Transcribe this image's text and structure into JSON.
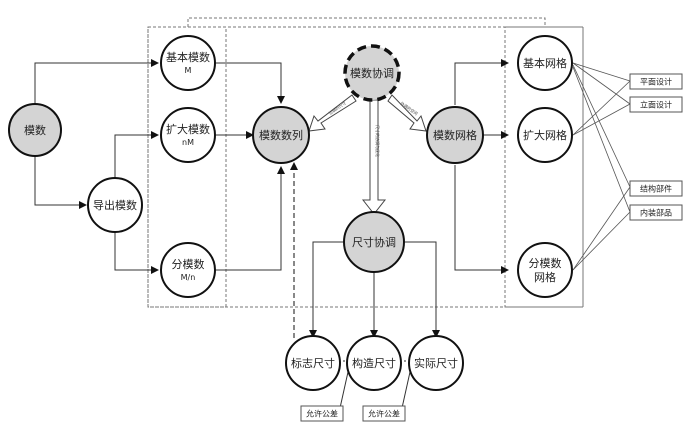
{
  "diagram": {
    "nodes": {
      "modulus": {
        "label": "模数"
      },
      "derived_modulus": {
        "label": "导出模数"
      },
      "basic_modulus": {
        "label": "基本模数",
        "sub": "M"
      },
      "multi_modulus": {
        "label": "扩大模数",
        "sub": "nM"
      },
      "sub_modulus": {
        "label": "分模数",
        "sub": "M/n"
      },
      "modulus_series": {
        "label": "模数数列"
      },
      "modulus_coordination": {
        "label": "模数协调"
      },
      "modulus_grid": {
        "label": "模数网格"
      },
      "basic_grid": {
        "label": "基本网格"
      },
      "multi_grid": {
        "label": "扩大网格"
      },
      "sub_grid": {
        "label": "分模数",
        "label2": "网格"
      },
      "size_coordination": {
        "label": "尺寸协调"
      },
      "nominal_size": {
        "label": "标志尺寸"
      },
      "construction_size": {
        "label": "构造尺寸"
      },
      "actual_size": {
        "label": "实际尺寸"
      }
    },
    "boxes": {
      "plan_design": "平面设计",
      "elevation_design": "立面设计",
      "structural_parts": "结构部件",
      "interior_parts": "内装部品",
      "tolerance_1": "允许公差",
      "tolerance_2": "允许公差"
    },
    "arrow_labels": {
      "to_series": "协调的尺寸",
      "to_grid": "协调的空间",
      "to_size": "尺寸的协调与优化"
    },
    "colors": {
      "filled_node": "#d4d4d4",
      "stroke": "#111111",
      "line": "#333333",
      "dashed": "#777777"
    }
  }
}
